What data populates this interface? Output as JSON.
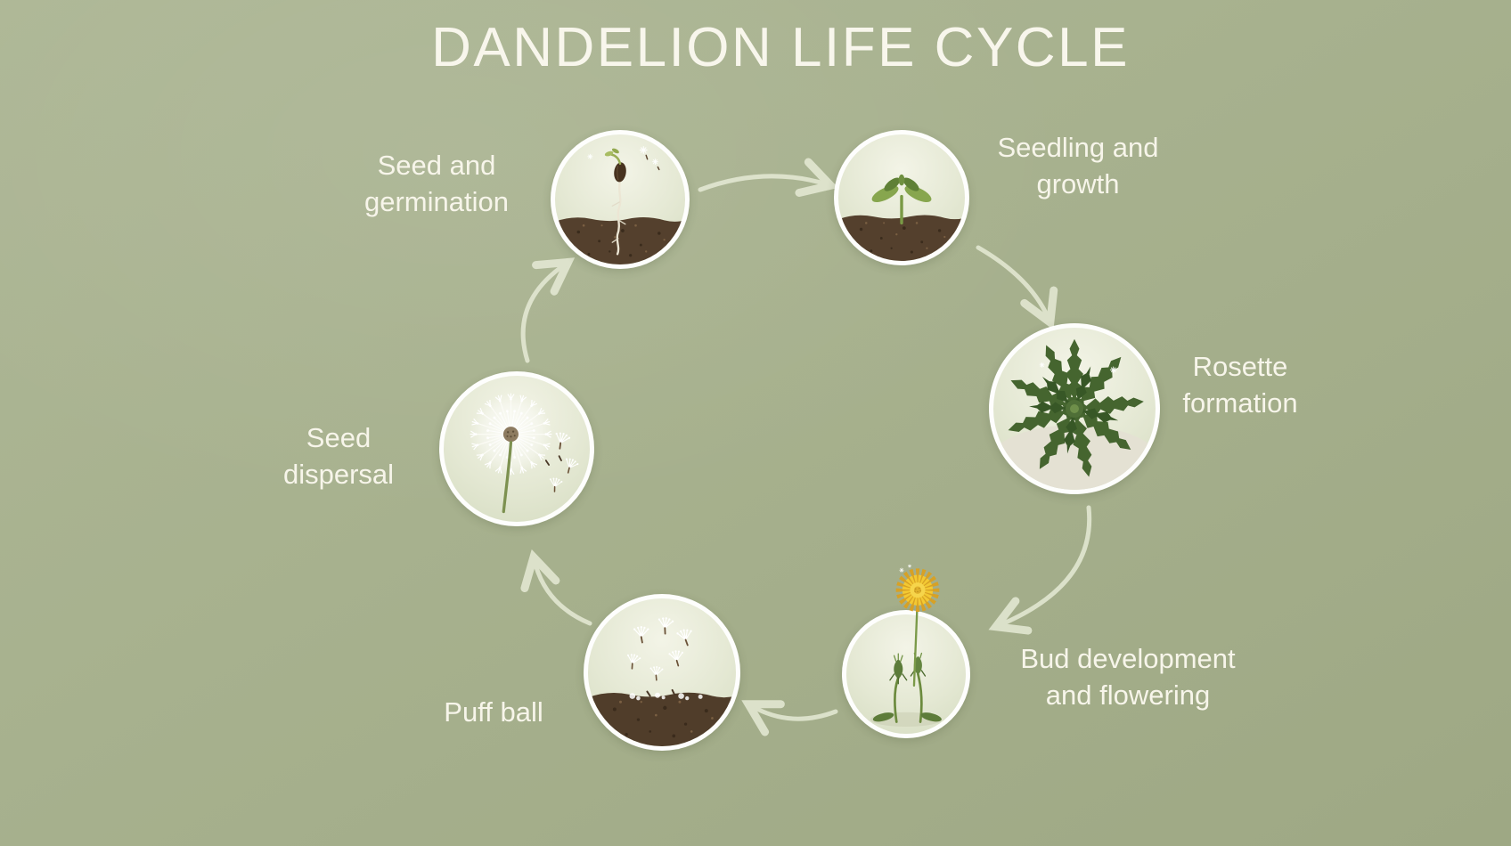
{
  "title": "DANDELION LIFE CYCLE",
  "flow": "clockwise",
  "stages": [
    {
      "id": "seed-germination",
      "label": "Seed and\ngermination",
      "icon": "sprouting-seed-in-soil"
    },
    {
      "id": "seedling-growth",
      "label": "Seedling and\ngrowth",
      "icon": "green-seedling-in-soil"
    },
    {
      "id": "rosette-formation",
      "label": "Rosette\nformation",
      "icon": "dandelion-leaf-rosette"
    },
    {
      "id": "bud-flowering",
      "label": "Bud development\nand flowering",
      "icon": "yellow-flower-with-buds"
    },
    {
      "id": "puff-ball",
      "label": "Puff ball",
      "icon": "floating-seeds-over-soil"
    },
    {
      "id": "seed-dispersal",
      "label": "Seed\ndispersal",
      "icon": "dandelion-clock-releasing-seeds"
    }
  ],
  "colors": {
    "background": "#a8b190",
    "text": "#f7f5ea",
    "circle_border": "#ffffff",
    "arrow": "#eaeeda",
    "soil_brown": "#54402d",
    "leaf_green": "#45652f",
    "flower_yellow": "#f3c933",
    "fluff_white": "#ffffff"
  }
}
